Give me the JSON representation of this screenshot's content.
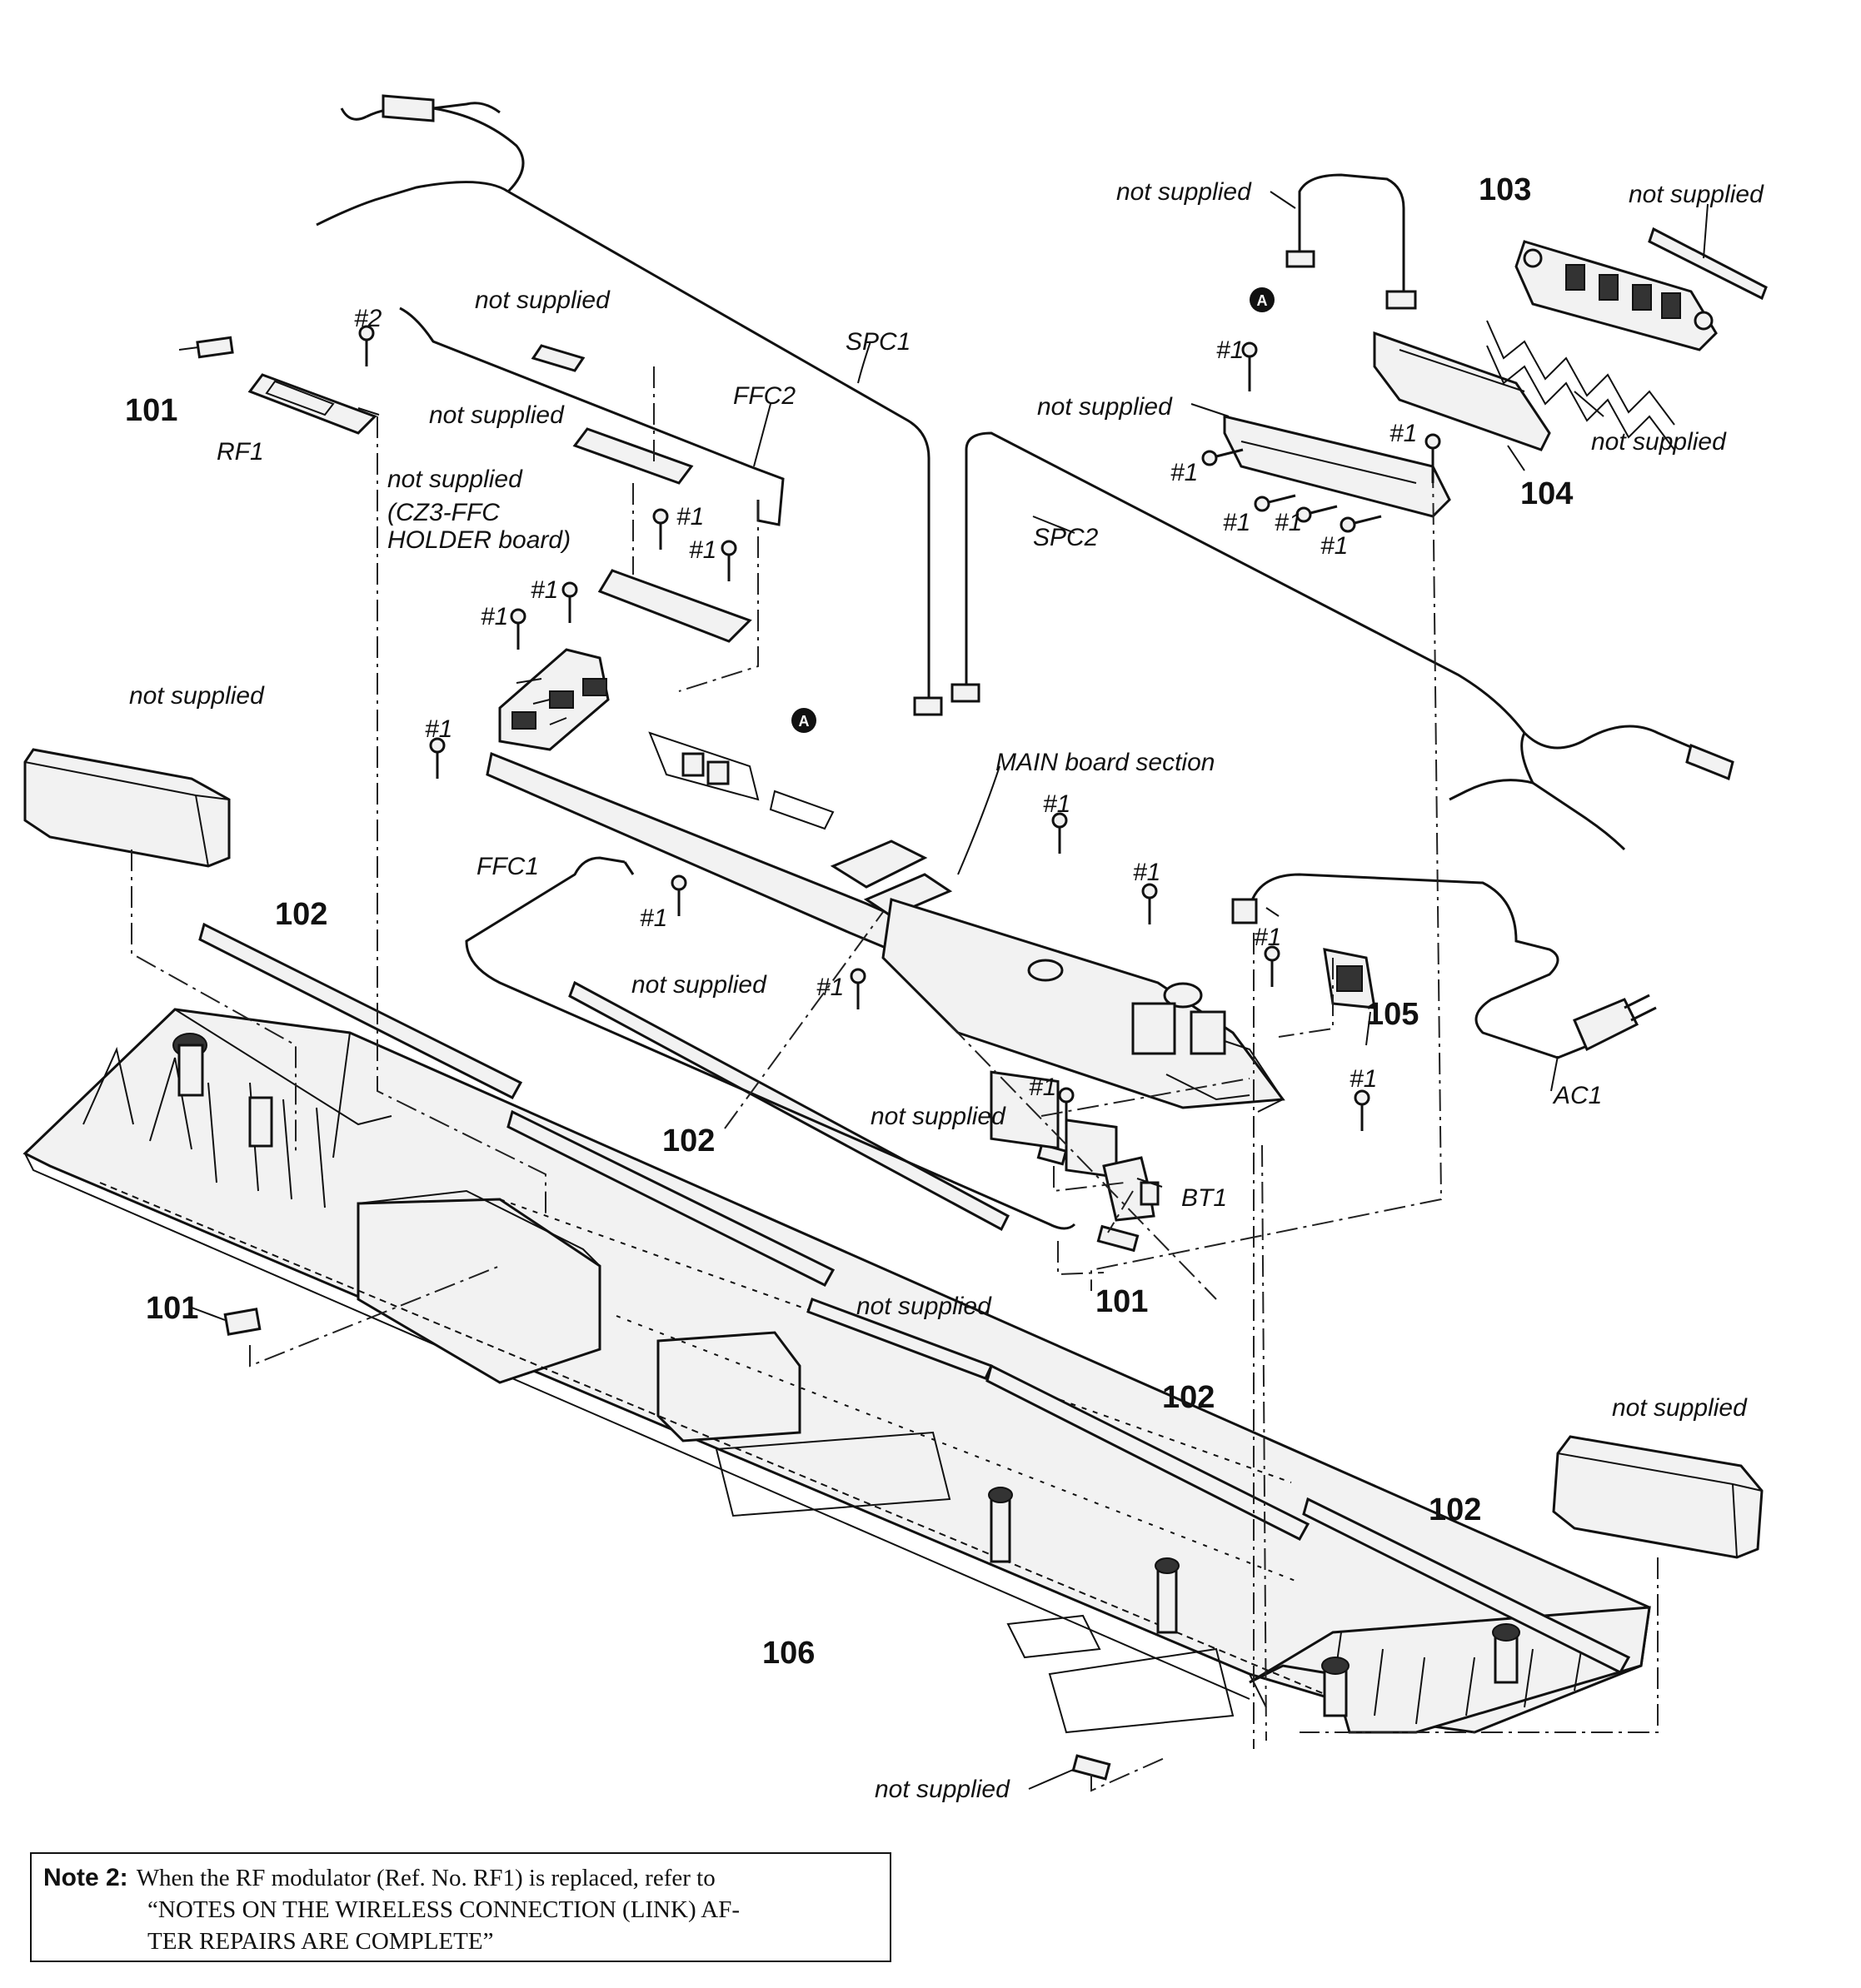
{
  "labels": {
    "ref_101": "101",
    "ref_102": "102",
    "ref_103": "103",
    "ref_104": "104",
    "ref_105": "105",
    "ref_106": "106",
    "screw_1": "#1",
    "screw_2": "#2",
    "not_supplied": "not supplied",
    "rf1": "RF1",
    "ffc1": "FFC1",
    "ffc2": "FFC2",
    "spc1": "SPC1",
    "spc2": "SPC2",
    "ac1": "AC1",
    "bt1": "BT1",
    "main_board": "MAIN board section",
    "holder_line1": "not supplied",
    "holder_line2": "(CZ3-FFC",
    "holder_line3": "HOLDER board)",
    "marker_a": "A"
  },
  "note": {
    "heading": "Note 2:",
    "line1": "When the RF modulator (Ref. No. RF1) is replaced, refer to",
    "line2": "“NOTES ON THE WIRELESS CONNECTION (LINK) AF-",
    "line3": "TER REPAIRS ARE COMPLETE”"
  }
}
